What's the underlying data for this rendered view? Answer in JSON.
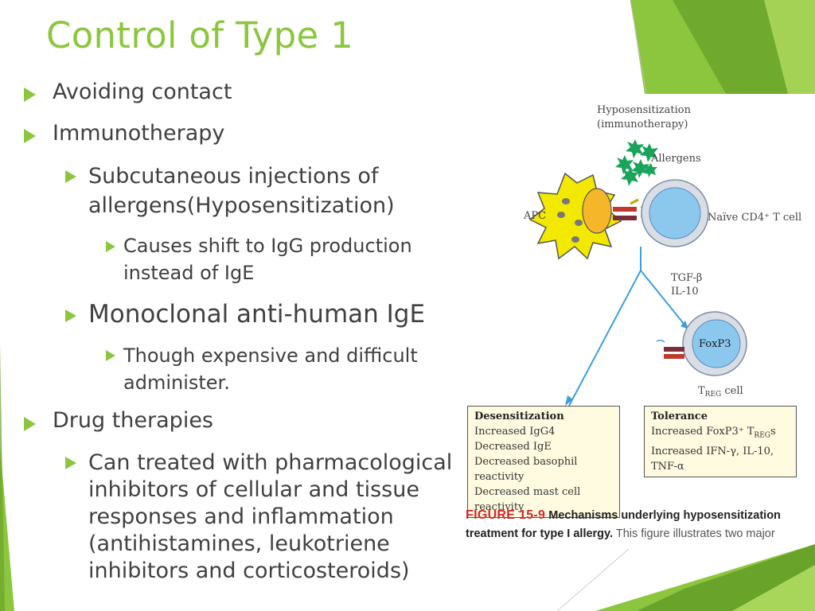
{
  "slide": {
    "title": "Control of Type 1",
    "bullets": {
      "avoid": "Avoiding contact",
      "immuno": "Immunotherapy",
      "subq_line1": "Subcutaneous injections of",
      "subq_line2": "allergens(Hyposensitization)",
      "shift_line1": "Causes shift to IgG production",
      "shift_line2": "instead of IgE",
      "mono": "Monoclonal anti-human IgE",
      "expensive_line1": "Though expensive and difficult",
      "expensive_line2": "administer.",
      "drug": "Drug therapies",
      "pharm_line1": "Can treated with pharmacological",
      "pharm_line2": "inhibitors of cellular and tissue",
      "pharm_line3": "responses and inflammation",
      "pharm_line4": "(antihistamines, leukotriene",
      "pharm_line5": "inhibitors and corticosteroids)"
    }
  },
  "figure": {
    "hypo_line1": "Hyposensitization",
    "hypo_line2": "(immunotherapy)",
    "allergens": "Allergens",
    "apc": "APC",
    "naive": "Naïve CD4⁺ T cell",
    "tgf": "TGF-β",
    "il10": "IL-10",
    "foxp3": "FoxP3",
    "treg_prefix": "T",
    "treg_sub": "REG",
    "treg_suffix": " cell",
    "desens": {
      "heading": "Desensitization",
      "items": [
        "Increased IgG4",
        "Decreased IgE",
        "Decreased basophil reactivity",
        "Decreased mast cell reactivity"
      ]
    },
    "tolerance": {
      "heading": "Tolerance",
      "item1_prefix": "Increased FoxP3⁺ T",
      "item1_sub": "REG",
      "item1_suffix": "s",
      "item2": "Increased IFN-γ, IL-10, TNF-α"
    },
    "caption": {
      "number": "FIGURE 15-9",
      "bold_text": "Mechanisms underlying hyposensitization treatment for type I allergy.",
      "rest": "This figure illustrates two major"
    }
  },
  "colors": {
    "accent_green": "#8cc63f",
    "dark_green": "#6aa32a",
    "text_gray": "#404040",
    "figure_red": "#d1282f",
    "arrow_blue": "#3b9fd8",
    "apc_yellow": "#f2e800",
    "allergen_green": "#1aa35a"
  }
}
